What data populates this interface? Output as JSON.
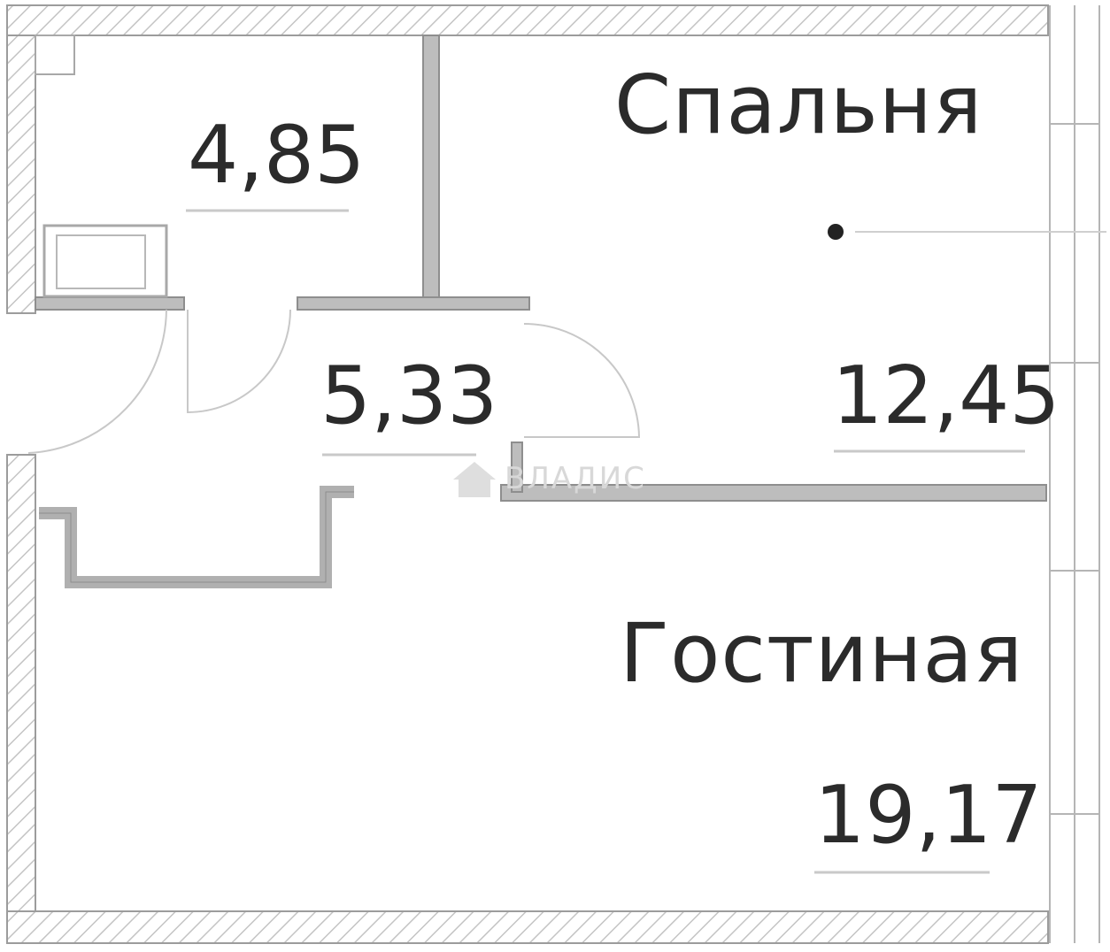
{
  "rooms": {
    "bathroom": {
      "area": "4,85"
    },
    "hallway": {
      "area": "5,33"
    },
    "bedroom": {
      "name": "Спальня",
      "area": "12,45"
    },
    "living": {
      "name": "Гостиная",
      "area": "19,17"
    }
  },
  "watermark": {
    "text": "ВЛАДИС"
  },
  "colors": {
    "wall": "#bdbdbd",
    "hatch": "#c4c4c4",
    "text": "#2b2b2b"
  }
}
